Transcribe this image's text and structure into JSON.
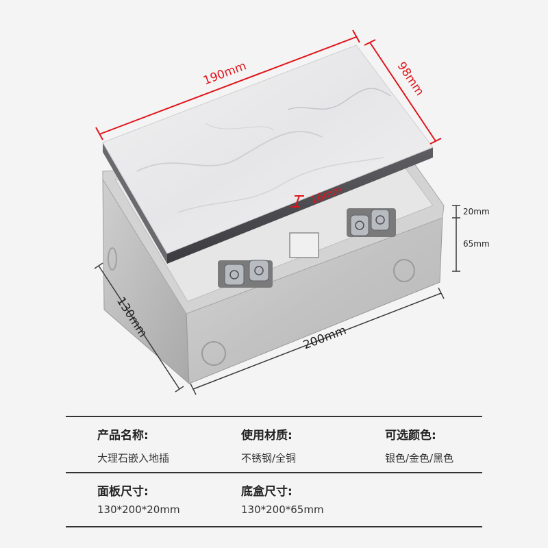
{
  "dimensions": {
    "lid_length": "190mm",
    "lid_width": "98mm",
    "lid_thickness": "16mm",
    "panel_height": "20mm",
    "box_depth": "65mm",
    "box_width": "130mm",
    "box_length": "200mm"
  },
  "specs": {
    "name_label": "产品名称:",
    "name_value": "大理石嵌入地插",
    "material_label": "使用材质:",
    "material_value": "不锈钢/全铜",
    "colors_label": "可选颜色:",
    "colors_value": "银色/金色/黑色",
    "panel_label": "面板尺寸:",
    "panel_value": "130*200*20mm",
    "base_label": "底盒尺寸:",
    "base_value": "130*200*65mm"
  },
  "colors": {
    "dimension_red": "#e0141a",
    "marble": "#e9e9ea",
    "steel": "#c9c9c9"
  }
}
